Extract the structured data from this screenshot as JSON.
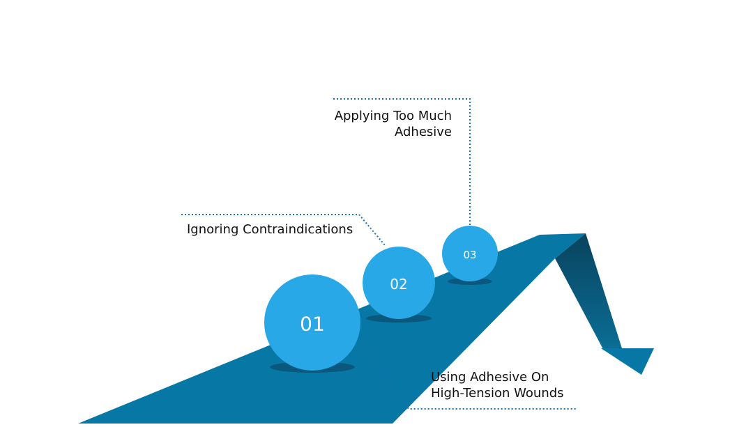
{
  "colors": {
    "arrow_main": "#0778a6",
    "arrow_dark": "#0b4f6c",
    "circle": "#29a8e8",
    "shadow": "#0a5275",
    "leader_line": "#1a6fb5",
    "text": "#111111"
  },
  "steps": [
    {
      "number": "01",
      "label_lines": [
        "Using Adhesive On",
        "High-Tension Wounds"
      ]
    },
    {
      "number": "02",
      "label_lines": [
        "Ignoring Contraindications"
      ]
    },
    {
      "number": "03",
      "label_lines": [
        "Applying Too Much",
        "Adhesive"
      ]
    }
  ]
}
